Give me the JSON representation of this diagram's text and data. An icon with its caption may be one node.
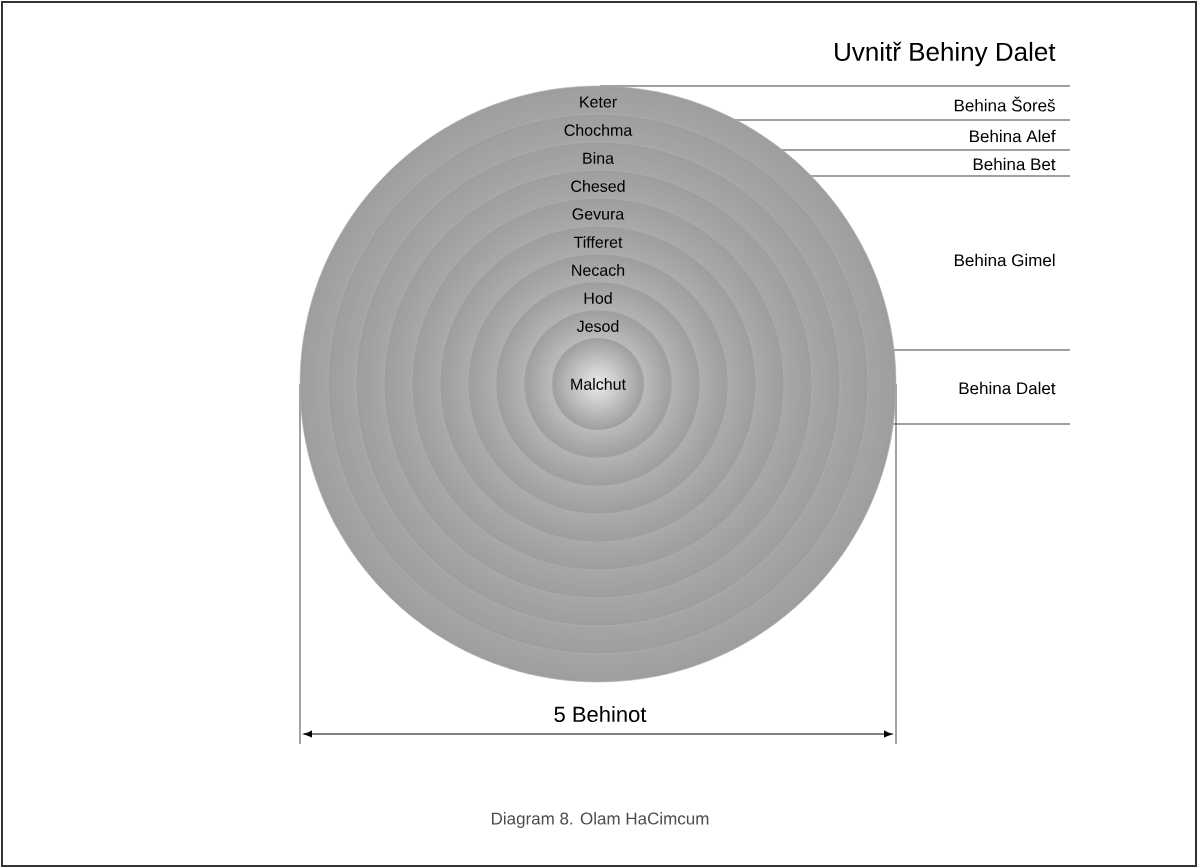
{
  "diagram": {
    "title": "Uvnitř Behiny Dalet",
    "caption": "Diagram 8. Olam HaCimcum",
    "nodes": [
      {
        "text": [
          "Keter"
        ]
      },
      {
        "text": [
          "Chochma"
        ],
        "in": 0
      },
      {
        "text": [
          "Bina"
        ],
        "in": 1
      },
      {
        "text": [
          "Chesed"
        ],
        "in": 2
      },
      {
        "text": [
          "Gevura"
        ],
        "in": 3
      },
      {
        "text": [
          "Tifferet"
        ],
        "in": 4
      },
      {
        "text": [
          "Necach"
        ],
        "in": 5
      },
      {
        "text": [
          "Hod"
        ],
        "in": 6
      },
      {
        "text": [
          "Jesod"
        ],
        "in": 7
      },
      {
        "text": [
          "Malchut"
        ],
        "in": 8
      }
    ],
    "edges": [],
    "labels": [
      "Behina Šoreš",
      "Behina Alef",
      "Behina Bet",
      "Behina Gimel",
      "Behina Dalet",
      "5 Behinot"
    ]
  }
}
